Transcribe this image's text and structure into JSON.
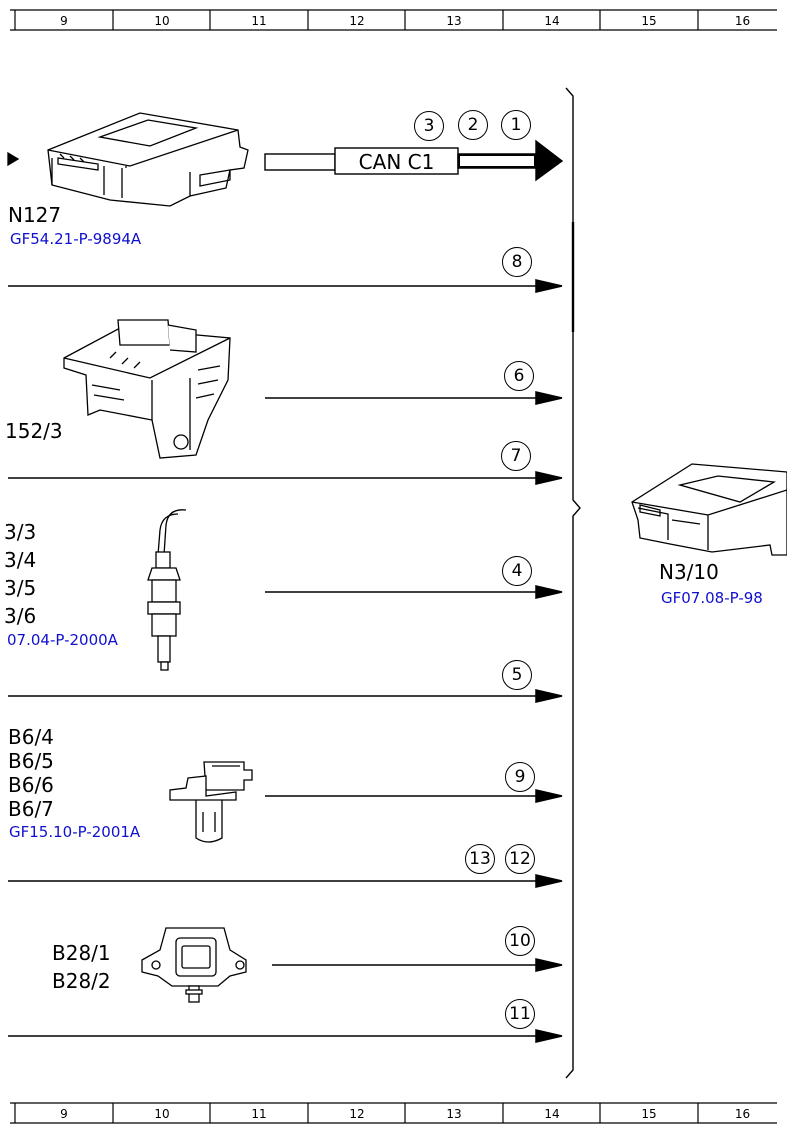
{
  "ruler": {
    "top": [
      "9",
      "10",
      "11",
      "12",
      "13",
      "14",
      "15",
      "16"
    ],
    "bottom": [
      "9",
      "10",
      "11",
      "12",
      "13",
      "14",
      "15",
      "16"
    ]
  },
  "components": {
    "n127": {
      "label": "N127",
      "ref": "GF54.21-P-9894A"
    },
    "n152_3": {
      "label": "152/3"
    },
    "o2sensors": {
      "labels": [
        "3/3",
        "3/4",
        "3/5",
        "3/6"
      ],
      "ref": "07.04-P-2000A"
    },
    "b6": {
      "labels": [
        "B6/4",
        "B6/5",
        "B6/6",
        "B6/7"
      ],
      "ref": "GF15.10-P-2001A"
    },
    "b28": {
      "labels": [
        "B28/1",
        "B28/2"
      ]
    },
    "n3_10": {
      "label": "N3/10",
      "ref": "GF07.08-P-98"
    }
  },
  "can": {
    "label": "CAN C1",
    "numbers": [
      "3",
      "2",
      "1"
    ]
  },
  "signals": [
    "8",
    "6",
    "7",
    "4",
    "5",
    "9",
    "13",
    "12",
    "10",
    "11"
  ]
}
